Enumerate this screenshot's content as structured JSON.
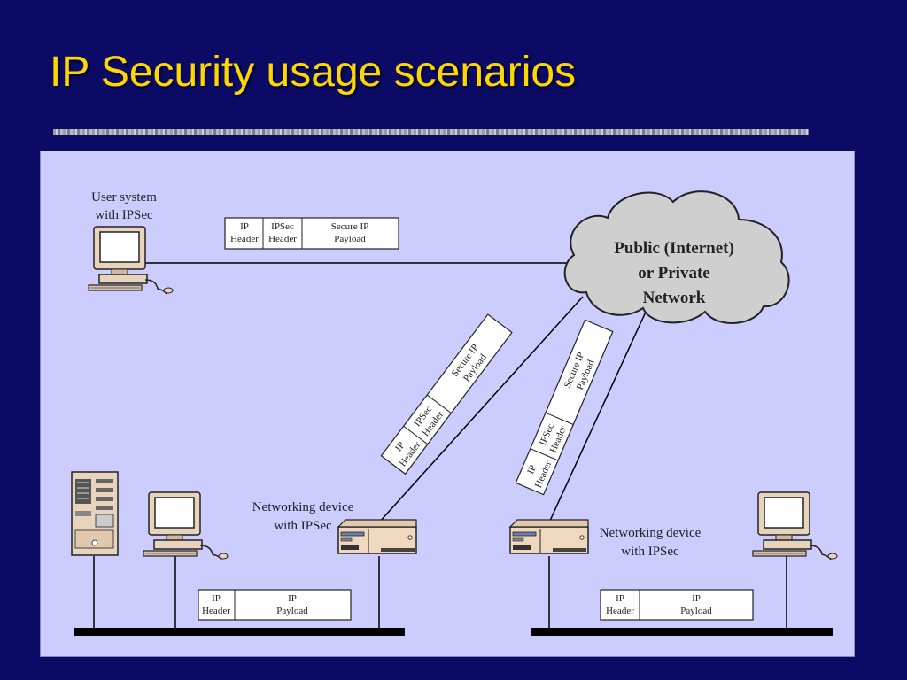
{
  "title": "IP Security usage scenarios",
  "diagram": {
    "user_system_label": [
      "User system",
      "with IPSec"
    ],
    "cloud_label": [
      "Public (Internet)",
      "or Private",
      "Network"
    ],
    "networking_device_left_label": [
      "Networking device",
      "with IPSec"
    ],
    "networking_device_right_label": [
      "Networking device",
      "with IPSec"
    ],
    "packet_top": {
      "ip_header": [
        "IP",
        "Header"
      ],
      "ipsec_header": [
        "IPSec",
        "Header"
      ],
      "secure_payload": [
        "Secure IP",
        "Payload"
      ]
    },
    "packet_diag_left": {
      "ip_header": [
        "IP",
        "Header"
      ],
      "ipsec_header": [
        "IPSec",
        "Header"
      ],
      "secure_payload": [
        "Secure IP",
        "Payload"
      ]
    },
    "packet_diag_right": {
      "ip_header": [
        "IP",
        "Header"
      ],
      "ipsec_header": [
        "IPSec",
        "Header"
      ],
      "secure_payload": [
        "Secure IP",
        "Payload"
      ]
    },
    "packet_bottom_left": {
      "ip_header": [
        "IP",
        "Header"
      ],
      "payload": [
        "IP",
        "Payload"
      ]
    },
    "packet_bottom_right": {
      "ip_header": [
        "IP",
        "Header"
      ],
      "payload": [
        "IP",
        "Payload"
      ]
    }
  },
  "colors": {
    "background": "#0b0b66",
    "title": "#ffd700",
    "panel": "#ccccff",
    "cloud": "#cfcfcf",
    "device_beige": "#f0d8bf"
  }
}
